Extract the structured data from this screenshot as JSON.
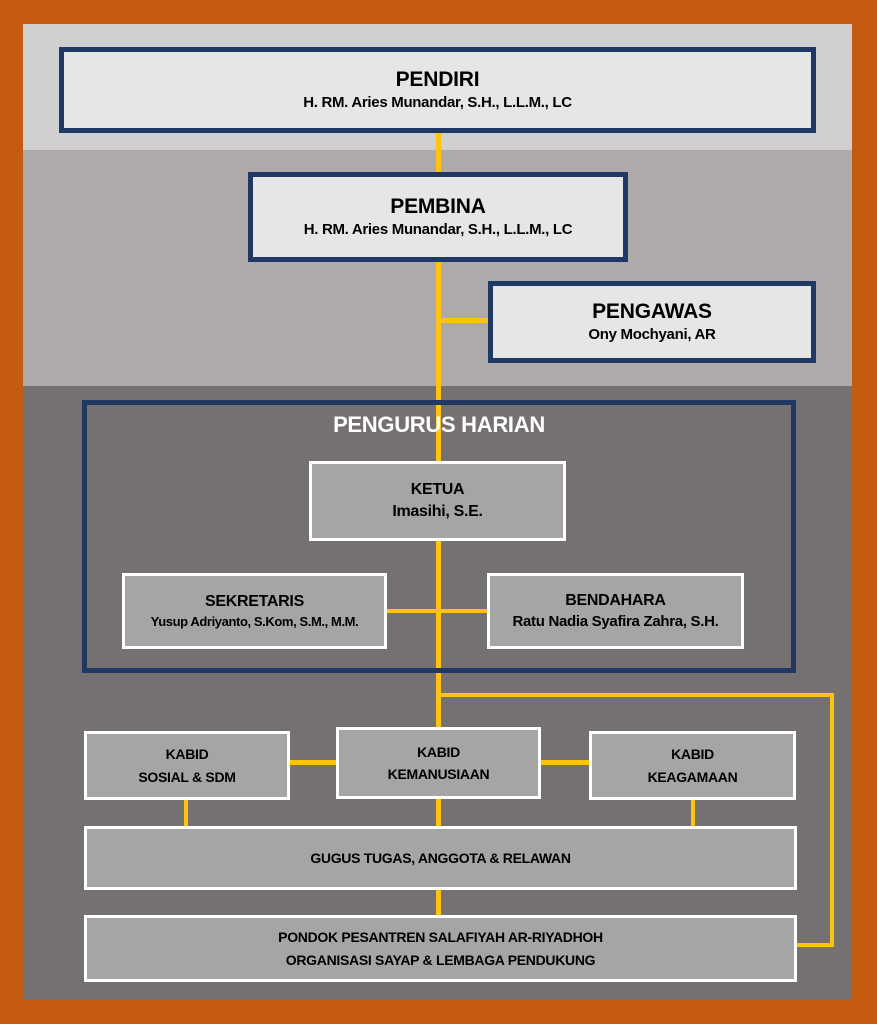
{
  "colors": {
    "outer_border": "#C55A11",
    "band_top": "#D0CECE",
    "band_middle": "#AEAAAA",
    "band_bottom": "#767171",
    "connector": "#FFC20E",
    "navy_border": "#1F3864",
    "light_box_fill": "#E7E6E6",
    "grey_box_fill": "#A5A5A5"
  },
  "pendiri": {
    "title": "PENDIRI",
    "name": "H. RM. Aries Munandar, S.H., L.L.M., LC"
  },
  "pembina": {
    "title": "PEMBINA",
    "name": "H. RM. Aries Munandar, S.H., L.L.M., LC"
  },
  "pengawas": {
    "title": "PENGAWAS",
    "name": "Ony Mochyani, AR"
  },
  "pengurus_harian": {
    "title": "PENGURUS HARIAN",
    "ketua": {
      "title": "KETUA",
      "name": "Imasihi, S.E."
    },
    "sekretaris": {
      "title": "SEKRETARIS",
      "name": "Yusup Adriyanto, S.Kom, S.M., M.M."
    },
    "bendahara": {
      "title": "BENDAHARA",
      "name": "Ratu Nadia Syafira Zahra, S.H."
    }
  },
  "kabid": [
    {
      "line1": "KABID",
      "line2": "SOSIAL & SDM"
    },
    {
      "line1": "KABID",
      "line2": "KEMANUSIAAN"
    },
    {
      "line1": "KABID",
      "line2": "KEAGAMAAN"
    }
  ],
  "gugus": {
    "label": "GUGUS TUGAS, ANGGOTA & RELAWAN"
  },
  "pondok": {
    "line1": "PONDOK PESANTREN SALAFIYAH AR-RIYADHOH",
    "line2": "ORGANISASI SAYAP & LEMBAGA PENDUKUNG"
  }
}
